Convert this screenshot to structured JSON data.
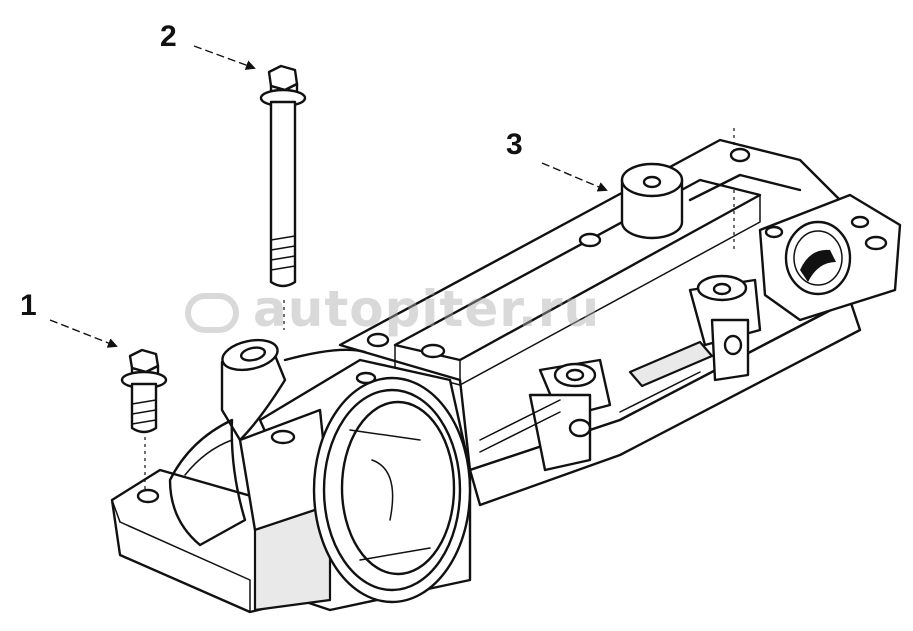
{
  "watermark": {
    "text": "autopiter.ru"
  },
  "callouts": [
    {
      "id": "1",
      "label": "1",
      "part": "short-flange-bolt"
    },
    {
      "id": "2",
      "label": "2",
      "part": "long-flange-bolt"
    },
    {
      "id": "3",
      "label": "3",
      "part": "housing-assembly"
    }
  ],
  "colors": {
    "line": "#111111",
    "background": "#ffffff",
    "watermark": "#aaaaaa"
  }
}
